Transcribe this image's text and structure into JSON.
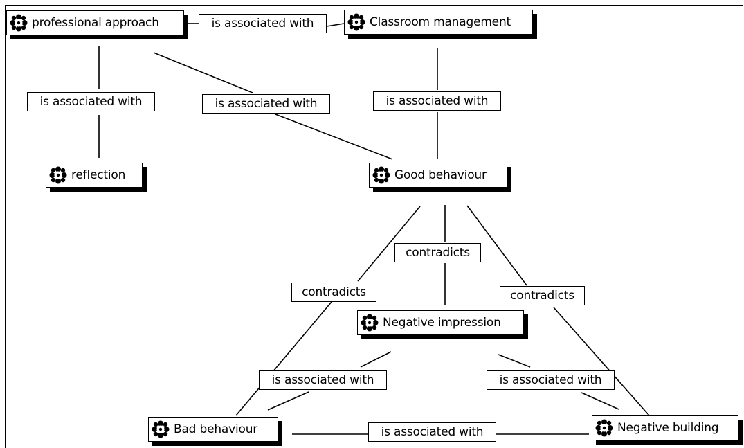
{
  "nodes": {
    "professional_approach": "professional approach",
    "classroom_management": "Classroom management",
    "reflection": "reflection",
    "good_behaviour": "Good behaviour",
    "negative_impression": "Negative impression",
    "bad_behaviour": "Bad behaviour",
    "negative_building": "Negative building"
  },
  "relations": {
    "professional_to_classroom": "is associated with",
    "professional_to_reflection": "is associated with",
    "professional_to_good": "is associated with",
    "classroom_to_good": "is associated with",
    "good_to_impression": "contradicts",
    "good_to_bad": "contradicts",
    "good_to_building": "contradicts",
    "impression_to_bad": "is associated with",
    "impression_to_building": "is associated with",
    "bad_to_building": "is associated with"
  },
  "node_icon": "concept-node-icon"
}
